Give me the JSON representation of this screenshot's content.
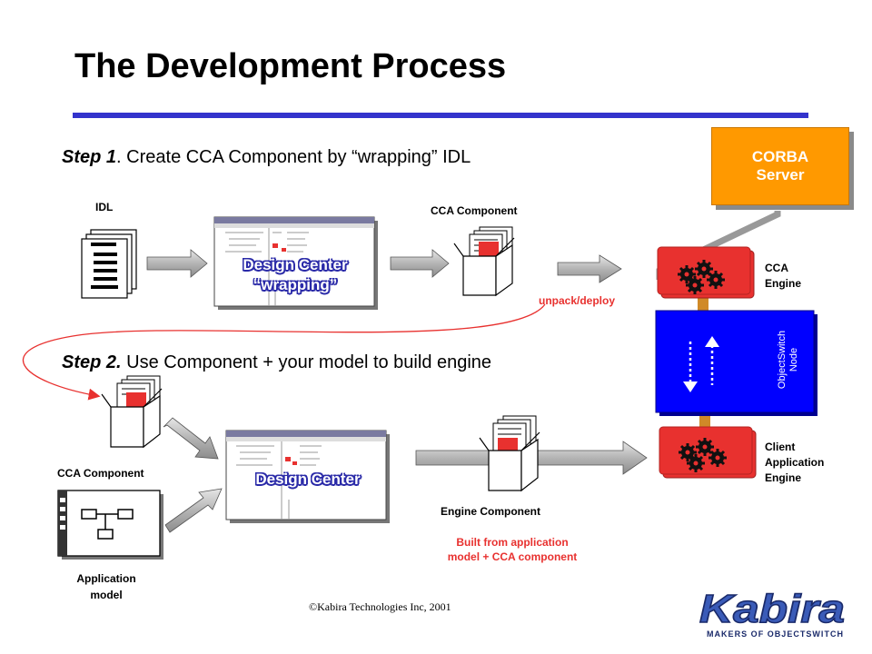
{
  "slide": {
    "title": "The Development Process",
    "step1": {
      "label": "Step 1",
      "text": "Create CCA Component by “wrapping” IDL"
    },
    "step2": {
      "label": "Step 2.",
      "text": "Use Component + your model to build engine"
    },
    "labels": {
      "idl": "IDL",
      "cca_component_top": "CCA Component",
      "design_center_wrapping_line1": "Design Center",
      "design_center_wrapping_line2": "“wrapping”",
      "unpack_deploy": "unpack/deploy",
      "cca_component_bottom": "CCA Component",
      "application_model_line1": "Application",
      "application_model_line2": "model",
      "design_center": "Design Center",
      "engine_component": "Engine Component",
      "built_from_line1": "Built from application",
      "built_from_line2": "model + CCA component",
      "corba_line1": "CORBA",
      "corba_line2": "Server",
      "cca_engine_line1": "CCA",
      "cca_engine_line2": "Engine",
      "node_line1": "ObjectSwitch",
      "node_line2": "Node",
      "client_line1": "Client",
      "client_line2": "Application",
      "client_line3": "Engine"
    },
    "footer": "©Kabira Technologies Inc, 2001",
    "logo": {
      "name": "Kabira",
      "tagline": "MAKERS OF OBJECTSWITCH"
    },
    "colors": {
      "rule": "#3333cc",
      "corba": "#ff9900",
      "engine": "#e8312f",
      "node": "#0000ff",
      "connector": "#d08a28",
      "arrow": "#a9a9a9",
      "curve": "#e8312f",
      "logo_text": "#3a5bb8"
    }
  }
}
